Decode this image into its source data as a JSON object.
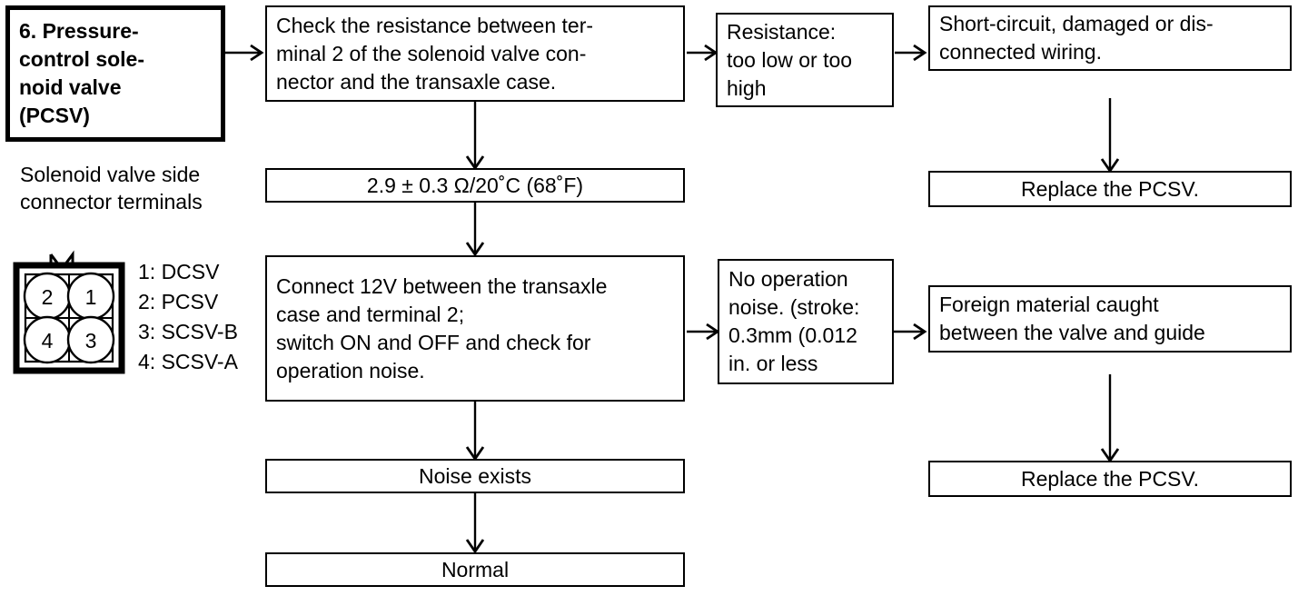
{
  "diagram": {
    "title": "6. Pressure-control solenoid valve (PCSV) diagnostic flowchart",
    "line_color": "#000000",
    "background_color": "#ffffff"
  },
  "boxes": {
    "step_title": {
      "label": "6. Pressure-\ncontrol sole-\nnoid valve\n(PCSV)"
    },
    "check_resistance": {
      "label": "Check the resistance between ter-\nminal 2 of the solenoid valve con-\nnector and the transaxle case."
    },
    "resistance_out_of_range": {
      "label": "Resistance:\ntoo low or too\nhigh"
    },
    "short_circuit": {
      "label": "Short-circuit, damaged or dis-\nconnected wiring."
    },
    "replace_pcsv_top": {
      "label": "Replace the PCSV."
    },
    "resistance_spec": {
      "label": "2.9 ± 0.3 Ω/20˚C (68˚F)"
    },
    "connect_12v": {
      "label": "Connect 12V between the transaxle\ncase and terminal 2;\nswitch ON and OFF and check for\noperation noise."
    },
    "no_operation_noise": {
      "label": "No operation\nnoise. (stroke:\n0.3mm (0.012\nin. or less"
    },
    "foreign_material": {
      "label": "Foreign material caught\nbetween the valve and guide"
    },
    "replace_pcsv_bottom": {
      "label": "Replace the PCSV."
    },
    "noise_exists": {
      "label": "Noise exists"
    },
    "normal": {
      "label": "Normal"
    }
  },
  "connector": {
    "caption": "Solenoid valve side\nconnector terminals",
    "terminal_numbers": {
      "top_left": "2",
      "top_right": "1",
      "bottom_left": "4",
      "bottom_right": "3"
    },
    "legend": "1: DCSV\n2: PCSV\n3: SCSV-B\n4: SCSV-A"
  }
}
